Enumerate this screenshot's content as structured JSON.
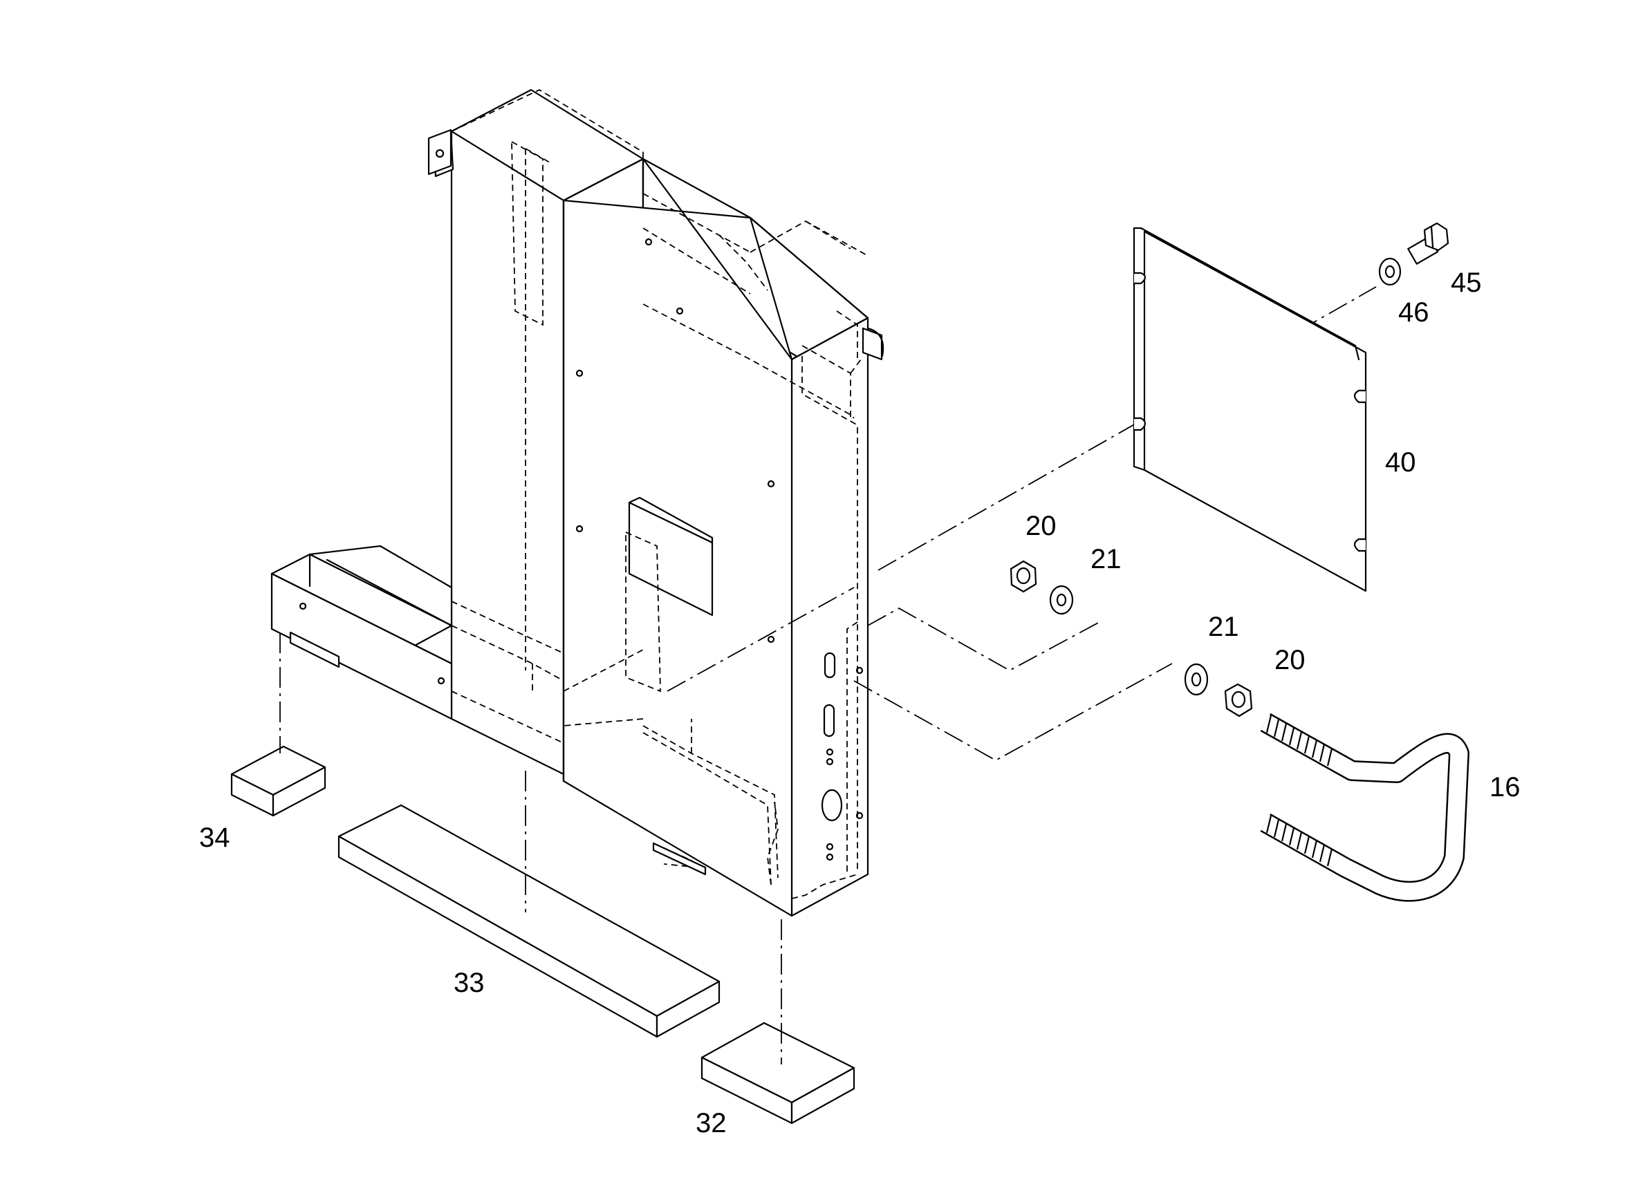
{
  "callouts": {
    "c16": "16",
    "c20a": "20",
    "c20b": "20",
    "c21a": "21",
    "c21b": "21",
    "c32": "32",
    "c33": "33",
    "c34": "34",
    "c40": "40",
    "c45": "45",
    "c46": "46"
  }
}
